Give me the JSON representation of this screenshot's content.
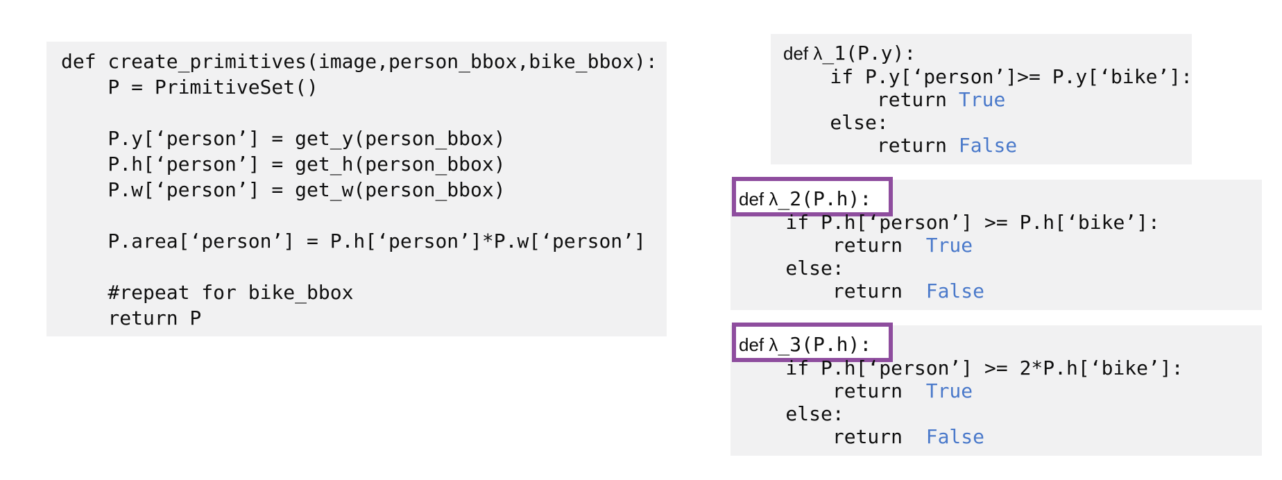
{
  "figure": {
    "description_labels": []
  },
  "colors": {
    "canvas_bg": "#ffffff",
    "block_bg": "#f1f1f2",
    "code_text": "#0f0f0f",
    "boolean_blue": "#4a79ca",
    "highlight_purple": "#8e4d9e"
  },
  "left_panel": {
    "lines": [
      "def create_primitives(image,person_bbox,bike_bbox):",
      "    P = PrimitiveSet()",
      "",
      "    P.y[‘person’] = get_y(person_bbox)",
      "    P.h[‘person’] = get_h(person_bbox)",
      "    P.w[‘person’] = get_w(person_bbox)",
      "",
      "    P.area[‘person’] = P.h[‘person’]*P.w[‘person’]",
      "",
      "    #repeat for bike_bbox",
      "    return P"
    ]
  },
  "lambda_blocks": [
    {
      "id": "lambda-1",
      "boxed": false,
      "def_keyword": "def λ",
      "def_rest": "_1(P.y):",
      "body": [
        [
          {
            "t": "    if P.y[‘person’]>= P.y[‘bike’]:"
          }
        ],
        [
          {
            "t": "        return "
          },
          {
            "t": "True",
            "c": "bool"
          }
        ],
        [
          {
            "t": "    else:"
          }
        ],
        [
          {
            "t": "        return "
          },
          {
            "t": "False",
            "c": "bool"
          }
        ]
      ]
    },
    {
      "id": "lambda-2",
      "boxed": true,
      "def_keyword": "def λ",
      "def_rest": "_2(P.h):",
      "body": [
        [
          {
            "t": "    if P.h[‘person’] >= P.h[‘bike’]:"
          }
        ],
        [
          {
            "t": "        return  "
          },
          {
            "t": "True",
            "c": "bool"
          }
        ],
        [
          {
            "t": "    else:"
          }
        ],
        [
          {
            "t": "        return  "
          },
          {
            "t": "False",
            "c": "bool"
          }
        ]
      ]
    },
    {
      "id": "lambda-3",
      "boxed": true,
      "def_keyword": "def λ",
      "def_rest": "_3(P.h):",
      "body": [
        [
          {
            "t": "    if P.h[‘person’] >= 2*P.h[‘bike’]:"
          }
        ],
        [
          {
            "t": "        return  "
          },
          {
            "t": "True",
            "c": "bool"
          }
        ],
        [
          {
            "t": "    else:"
          }
        ],
        [
          {
            "t": "        return  "
          },
          {
            "t": "False",
            "c": "bool"
          }
        ]
      ]
    }
  ]
}
